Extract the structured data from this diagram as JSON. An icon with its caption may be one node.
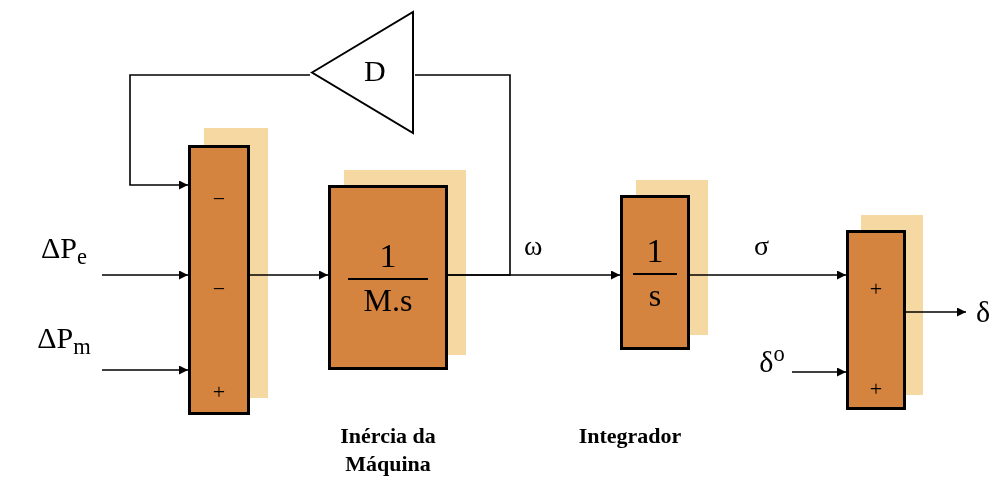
{
  "diagram": {
    "nodes": [
      {
        "text": [
          "−",
          "−",
          "+"
        ]
      },
      {
        "text": [
          "1",
          "M.s"
        ],
        "beside": [
          "Inércia da Máquina"
        ]
      },
      {
        "text": [
          "1",
          "s"
        ],
        "beside": [
          "Integrador"
        ]
      },
      {
        "text": [
          "+",
          "+"
        ]
      },
      {
        "text": [
          "D"
        ]
      },
      {
        "text": [
          "ΔP$_{e}$"
        ]
      },
      {
        "text": [
          "ΔP$_{m}$"
        ]
      },
      {
        "text": [
          "δ$^{o}$"
        ]
      },
      {
        "text": [
          "δ"
        ]
      }
    ],
    "edges": [
      {
        "from": 0,
        "to": 1,
        "arrow": "to"
      },
      {
        "from": 1,
        "to": 2,
        "arrow": "to",
        "label": "ω"
      },
      {
        "from": 1,
        "to": 4,
        "arrow": "none"
      },
      {
        "from": 4,
        "to": 0,
        "arrow": "to"
      },
      {
        "from": 5,
        "to": 0,
        "arrow": "to"
      },
      {
        "from": 6,
        "to": 0,
        "arrow": "to"
      },
      {
        "from": 2,
        "to": 3,
        "arrow": "to",
        "label": "σ"
      },
      {
        "from": 7,
        "to": 3,
        "arrow": "to"
      },
      {
        "from": 3,
        "to": 8,
        "arrow": "to"
      }
    ]
  }
}
